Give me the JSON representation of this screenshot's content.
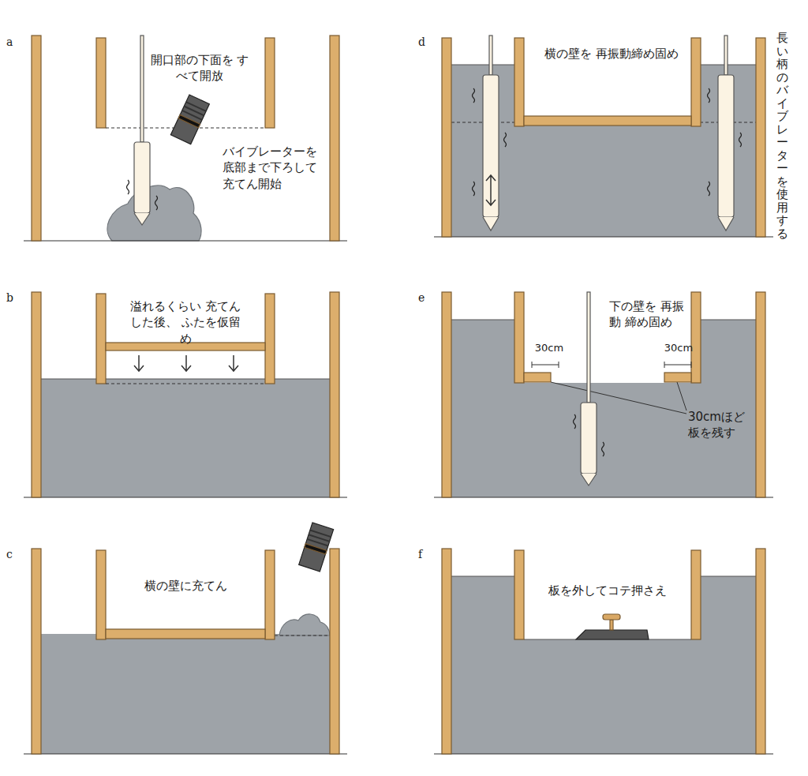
{
  "diagram": {
    "labels": [
      "a",
      "開口部の下面を すべて開放",
      "バイブレーターを 底部まで下ろして 充てん開始",
      "b",
      "溢れるくらい 充てんした後、 ふたを仮留め",
      "c",
      "横の壁に充てん",
      "d",
      "横の壁を 再振動締め固め",
      "長い柄のバイブレーターを使用する",
      "e",
      "下の壁を 再振動 締め固め",
      "30cm",
      "30cm",
      "30cmほど 板を残す",
      "f",
      "板を外してコテ押さえ"
    ]
  }
}
